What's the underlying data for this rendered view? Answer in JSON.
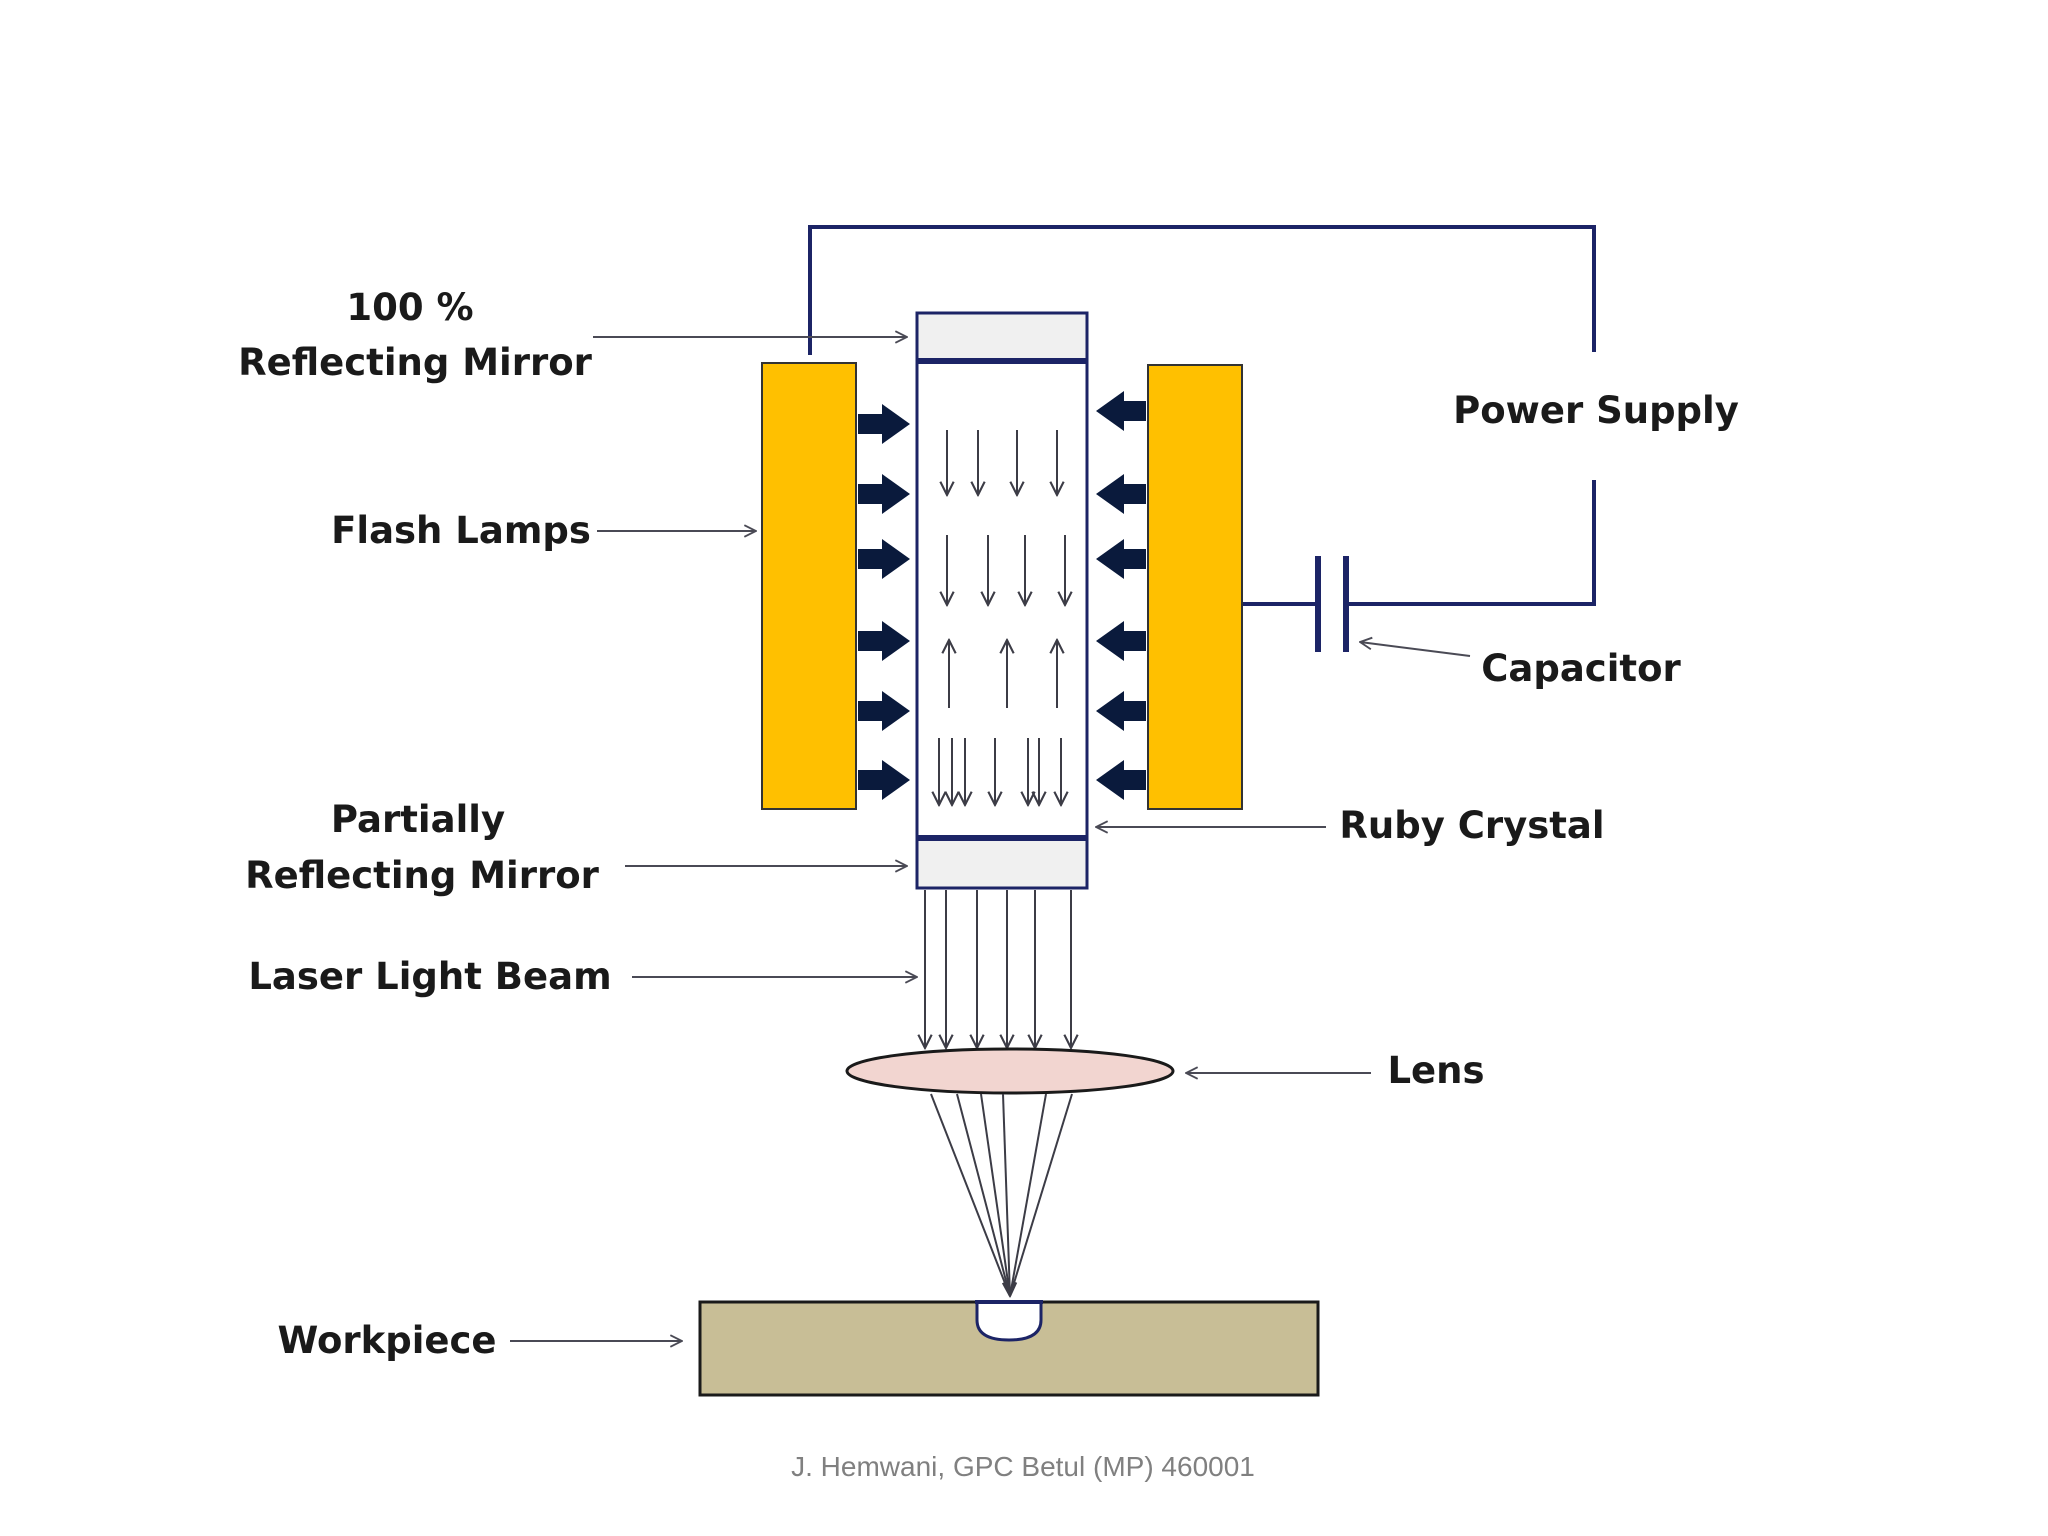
{
  "labels": {
    "mirror_full_line1": "100 %",
    "mirror_full_line2": "Reflecting Mirror",
    "flash_lamps": "Flash Lamps",
    "partial_line1": "Partially",
    "partial_line2": "Reflecting  Mirror",
    "laser_beam": "Laser Light Beam",
    "workpiece": "Workpiece",
    "power_supply": "Power Supply",
    "capacitor": "Capacitor",
    "ruby_crystal": "Ruby Crystal",
    "lens": "Lens"
  },
  "footer": "J. Hemwani,  GPC  Betul (MP) 460001",
  "colors": {
    "lamp_fill": "#FFC000",
    "wire": "#1C2466",
    "arrow": "#0A1A3C",
    "lens_fill": "#F2D5D0",
    "workpiece_fill": "#C8BE96",
    "mirror_fill": "#F0F0F0"
  }
}
